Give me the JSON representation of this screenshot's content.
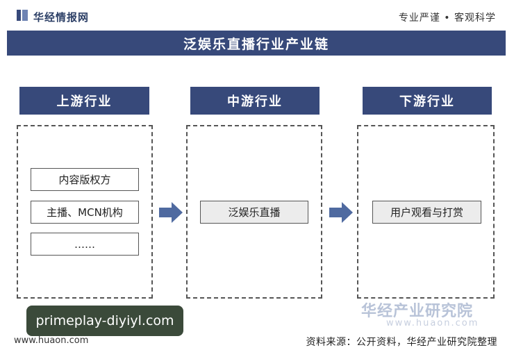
{
  "header": {
    "brand": "华经情报网",
    "slogan": "专业严谨 • 客观科学",
    "logo_icon": "book-logo-icon"
  },
  "title": "泛娱乐直播行业产业链",
  "stages": [
    {
      "label": "上游行业",
      "items": [
        "内容版权方",
        "主播、MCN机构",
        "……"
      ]
    },
    {
      "label": "中游行业",
      "items": [
        "泛娱乐直播"
      ]
    },
    {
      "label": "下游行业",
      "items": [
        "用户观看与打赏"
      ]
    }
  ],
  "watermark": {
    "name": "华经产业研究院",
    "url": "www.huaon.com"
  },
  "footer": {
    "url": "www.huaon.com",
    "source": "资料来源：公开资料，华经产业研究院整理"
  },
  "overlay": {
    "text": "primeplay-diyiyl.com"
  },
  "colors": {
    "primary": "#37497a",
    "arrow": "#4f6aa0"
  }
}
